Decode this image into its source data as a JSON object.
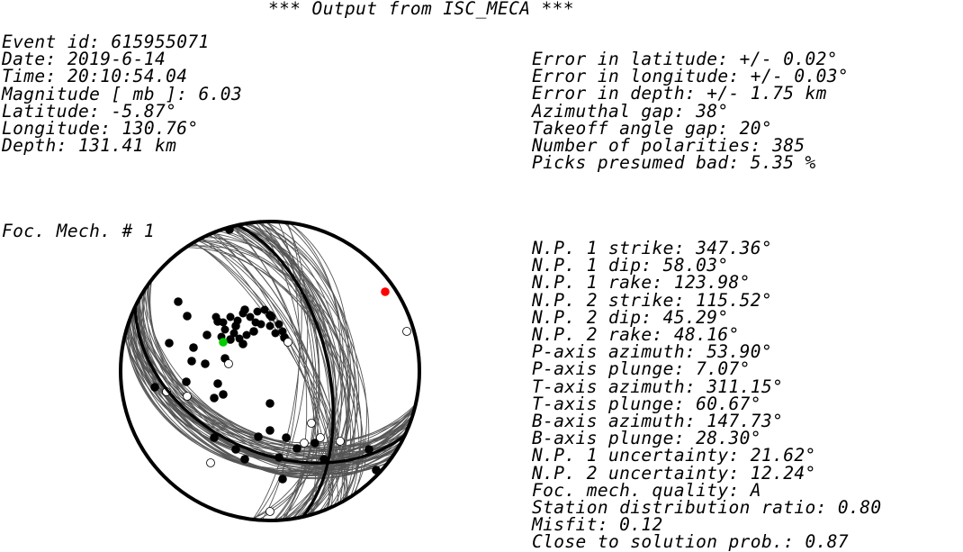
{
  "title": "*** Output from ISC_MECA ***",
  "event": [
    "Event id: 615955071",
    "Date: 2019-6-14",
    "Time: 20:10:54.04",
    "Magnitude [ mb ]: 6.03",
    "Latitude: -5.87°",
    "Longitude: 130.76°",
    "Depth: 131.41 km"
  ],
  "errors": [
    "Error in latitude: +/- 0.02°",
    "Error in longitude: +/- 0.03°",
    "Error in depth: +/- 1.75 km",
    "Azimuthal gap: 38°",
    "Takeoff angle gap: 20°",
    "Number of polarities: 385",
    "Picks presumed bad: 5.35 %"
  ],
  "focal_mechanism_title": "Foc. Mech. # 1",
  "solution": [
    "N.P. 1 strike: 347.36°",
    "N.P. 1 dip: 58.03°",
    "N.P. 1 rake: 123.98°",
    "N.P. 2 strike: 115.52°",
    "N.P. 2 dip: 45.29°",
    "N.P. 2 rake: 48.16°",
    "P-axis azimuth: 53.90°",
    "P-axis plunge: 7.07°",
    "T-axis azimuth: 311.15°",
    "T-axis plunge: 60.67°",
    "B-axis azimuth: 147.73°",
    "B-axis plunge: 28.30°",
    "N.P. 1 uncertainty: 21.62°",
    "N.P. 2 uncertainty: 12.24°",
    "Foc. mech. quality: A",
    "Station distribution ratio: 0.80",
    "Misfit: 0.12",
    "Close to solution prob.: 0.87"
  ],
  "diagram": {
    "nodal_planes": [
      {
        "strike": 347.36,
        "dip": 58.03
      },
      {
        "strike": 115.52,
        "dip": 45.29
      }
    ],
    "p_axis": {
      "azimuth": 53.9,
      "plunge": 7.07
    },
    "t_axis": {
      "azimuth": 311.15,
      "plunge": 60.67
    },
    "colors": {
      "circle": "#000000",
      "nodal_plane": "#000000",
      "uncertainty_curve": "#555555",
      "compression": "#000000",
      "dilatation": "#ffffff",
      "p_axis": "#ff0000",
      "t_axis": "#00cc00"
    }
  }
}
